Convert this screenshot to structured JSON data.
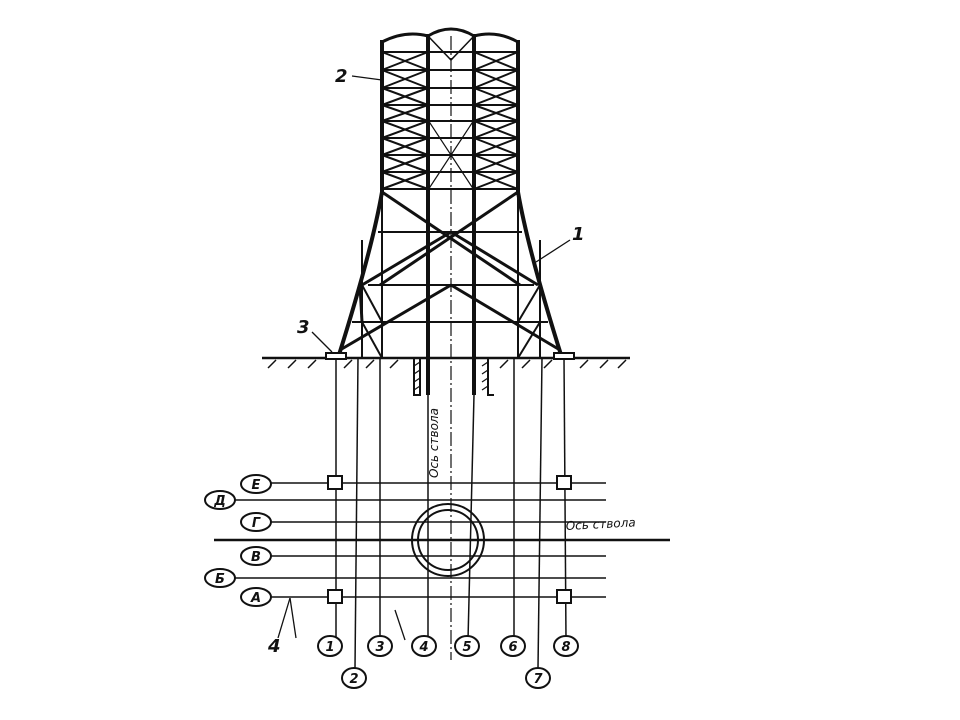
{
  "callouts": {
    "c1": "1",
    "c2": "2",
    "c3": "3",
    "c4": "4"
  },
  "axis_labels": {
    "vertical": "Ось ствола",
    "horizontal": "Ось ствола"
  },
  "row_marks": [
    "Е",
    "Д",
    "Г",
    "В",
    "Б",
    "А"
  ],
  "column_marks": [
    "1",
    "2",
    "3",
    "4",
    "5",
    "6",
    "7",
    "8"
  ]
}
